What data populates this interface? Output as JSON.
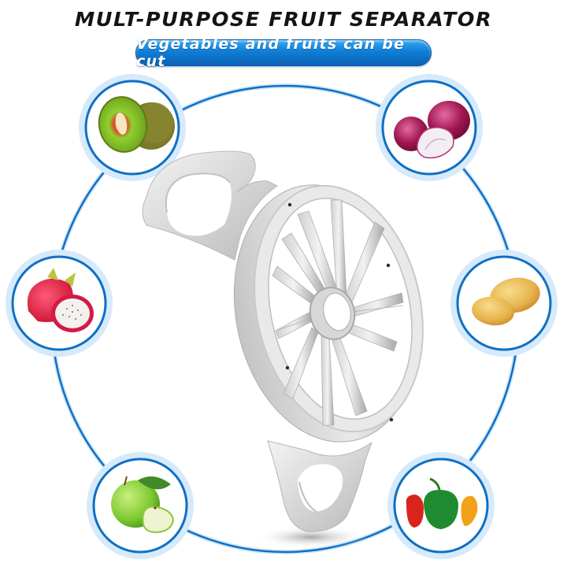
{
  "header": {
    "title": "MULT-PURPOSE FRUIT SEPARATOR",
    "subtitle": "Vegetables and fruits can be cut"
  },
  "product": {
    "name": "Stainless steel fruit slicer (12 blades)",
    "blade_count": 12
  },
  "produce": [
    {
      "name": "kiwi",
      "position": "top-left"
    },
    {
      "name": "red onion",
      "position": "top-right"
    },
    {
      "name": "dragon fruit",
      "position": "middle-left"
    },
    {
      "name": "potato",
      "position": "middle-right"
    },
    {
      "name": "green apple",
      "position": "bottom-left"
    },
    {
      "name": "bell peppers",
      "position": "bottom-right"
    }
  ],
  "colors": {
    "ring": "#0f6fc4",
    "halo": "#cfe6fa",
    "badge": "#0f7ed6",
    "title": "#141414"
  }
}
